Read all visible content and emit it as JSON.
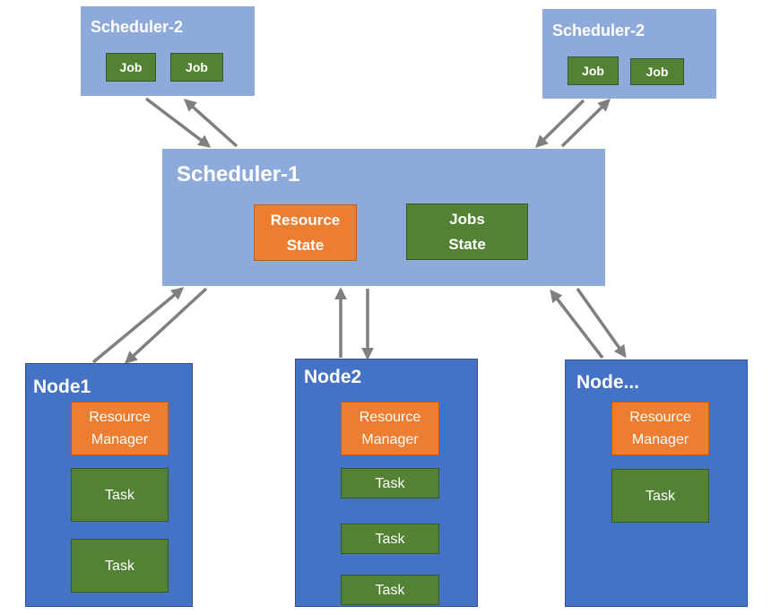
{
  "colors": {
    "scheduler_fill": "#8eaadb",
    "node_fill": "#4472c4",
    "green_fill": "#548235",
    "orange_fill": "#ed7d31",
    "arrow": "#7f7f7f"
  },
  "scheduler2_left": {
    "title": "Scheduler-2",
    "jobs": [
      "Job",
      "Job"
    ]
  },
  "scheduler2_right": {
    "title": "Scheduler-2",
    "jobs": [
      "Job",
      "Job"
    ]
  },
  "scheduler1": {
    "title": "Scheduler-1",
    "resource_state": {
      "line1": "Resource",
      "line2": "State"
    },
    "jobs_state": {
      "line1": "Jobs",
      "line2": "State"
    }
  },
  "nodes": [
    {
      "title": "Node1",
      "rm_line1": "Resource",
      "rm_line2": "Manager",
      "tasks": [
        "Task",
        "Task"
      ]
    },
    {
      "title": "Node2",
      "rm_line1": "Resource",
      "rm_line2": "Manager",
      "tasks": [
        "Task",
        "Task",
        "Task"
      ]
    },
    {
      "title": "Node...",
      "rm_line1": "Resource",
      "rm_line2": "Manager",
      "tasks": [
        "Task"
      ]
    }
  ]
}
